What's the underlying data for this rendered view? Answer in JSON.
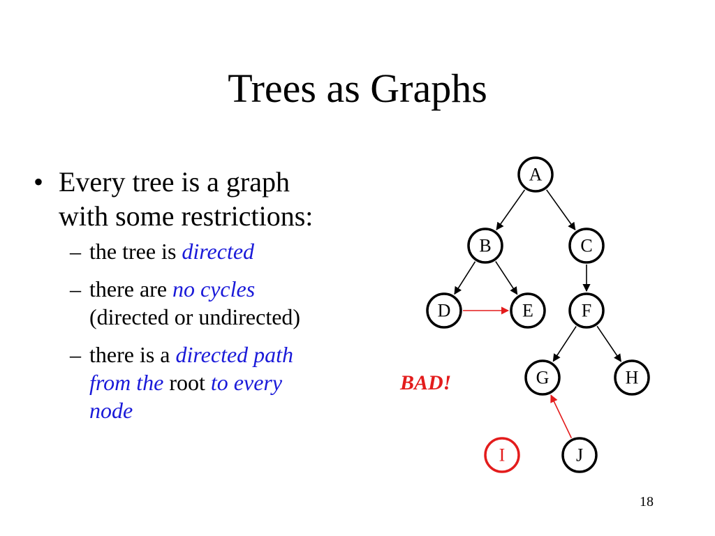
{
  "slide": {
    "title": "Trees as Graphs",
    "page_number": "18",
    "bad_label": "BAD!"
  },
  "bullets": {
    "main": {
      "line1": "Every tree is a graph",
      "line2": "with some restrictions:"
    },
    "sub1": {
      "plain": "the tree is ",
      "em": "directed"
    },
    "sub2": {
      "plain": "there are ",
      "em": "no cycles",
      "line2": "(directed or undirected)"
    },
    "sub3": {
      "plain": "there is a ",
      "em1": "directed path",
      "em2": "from the",
      "plain2": " root ",
      "em3": "to every",
      "em4": "node"
    }
  },
  "tree": {
    "nodes": [
      {
        "id": "A",
        "label": "A",
        "bad": false
      },
      {
        "id": "B",
        "label": "B",
        "bad": false
      },
      {
        "id": "C",
        "label": "C",
        "bad": false
      },
      {
        "id": "D",
        "label": "D",
        "bad": false
      },
      {
        "id": "E",
        "label": "E",
        "bad": false
      },
      {
        "id": "F",
        "label": "F",
        "bad": false
      },
      {
        "id": "G",
        "label": "G",
        "bad": false
      },
      {
        "id": "H",
        "label": "H",
        "bad": false
      },
      {
        "id": "I",
        "label": "I",
        "bad": true
      },
      {
        "id": "J",
        "label": "J",
        "bad": false
      }
    ],
    "edges": [
      {
        "from": "A",
        "to": "B",
        "bad": false
      },
      {
        "from": "A",
        "to": "C",
        "bad": false
      },
      {
        "from": "B",
        "to": "D",
        "bad": false
      },
      {
        "from": "B",
        "to": "E",
        "bad": false
      },
      {
        "from": "C",
        "to": "F",
        "bad": false
      },
      {
        "from": "F",
        "to": "G",
        "bad": false
      },
      {
        "from": "F",
        "to": "H",
        "bad": false
      },
      {
        "from": "D",
        "to": "E",
        "bad": true
      },
      {
        "from": "J",
        "to": "G",
        "bad": true
      }
    ],
    "normal_color": "#000000",
    "bad_color": "#e31c1c"
  }
}
